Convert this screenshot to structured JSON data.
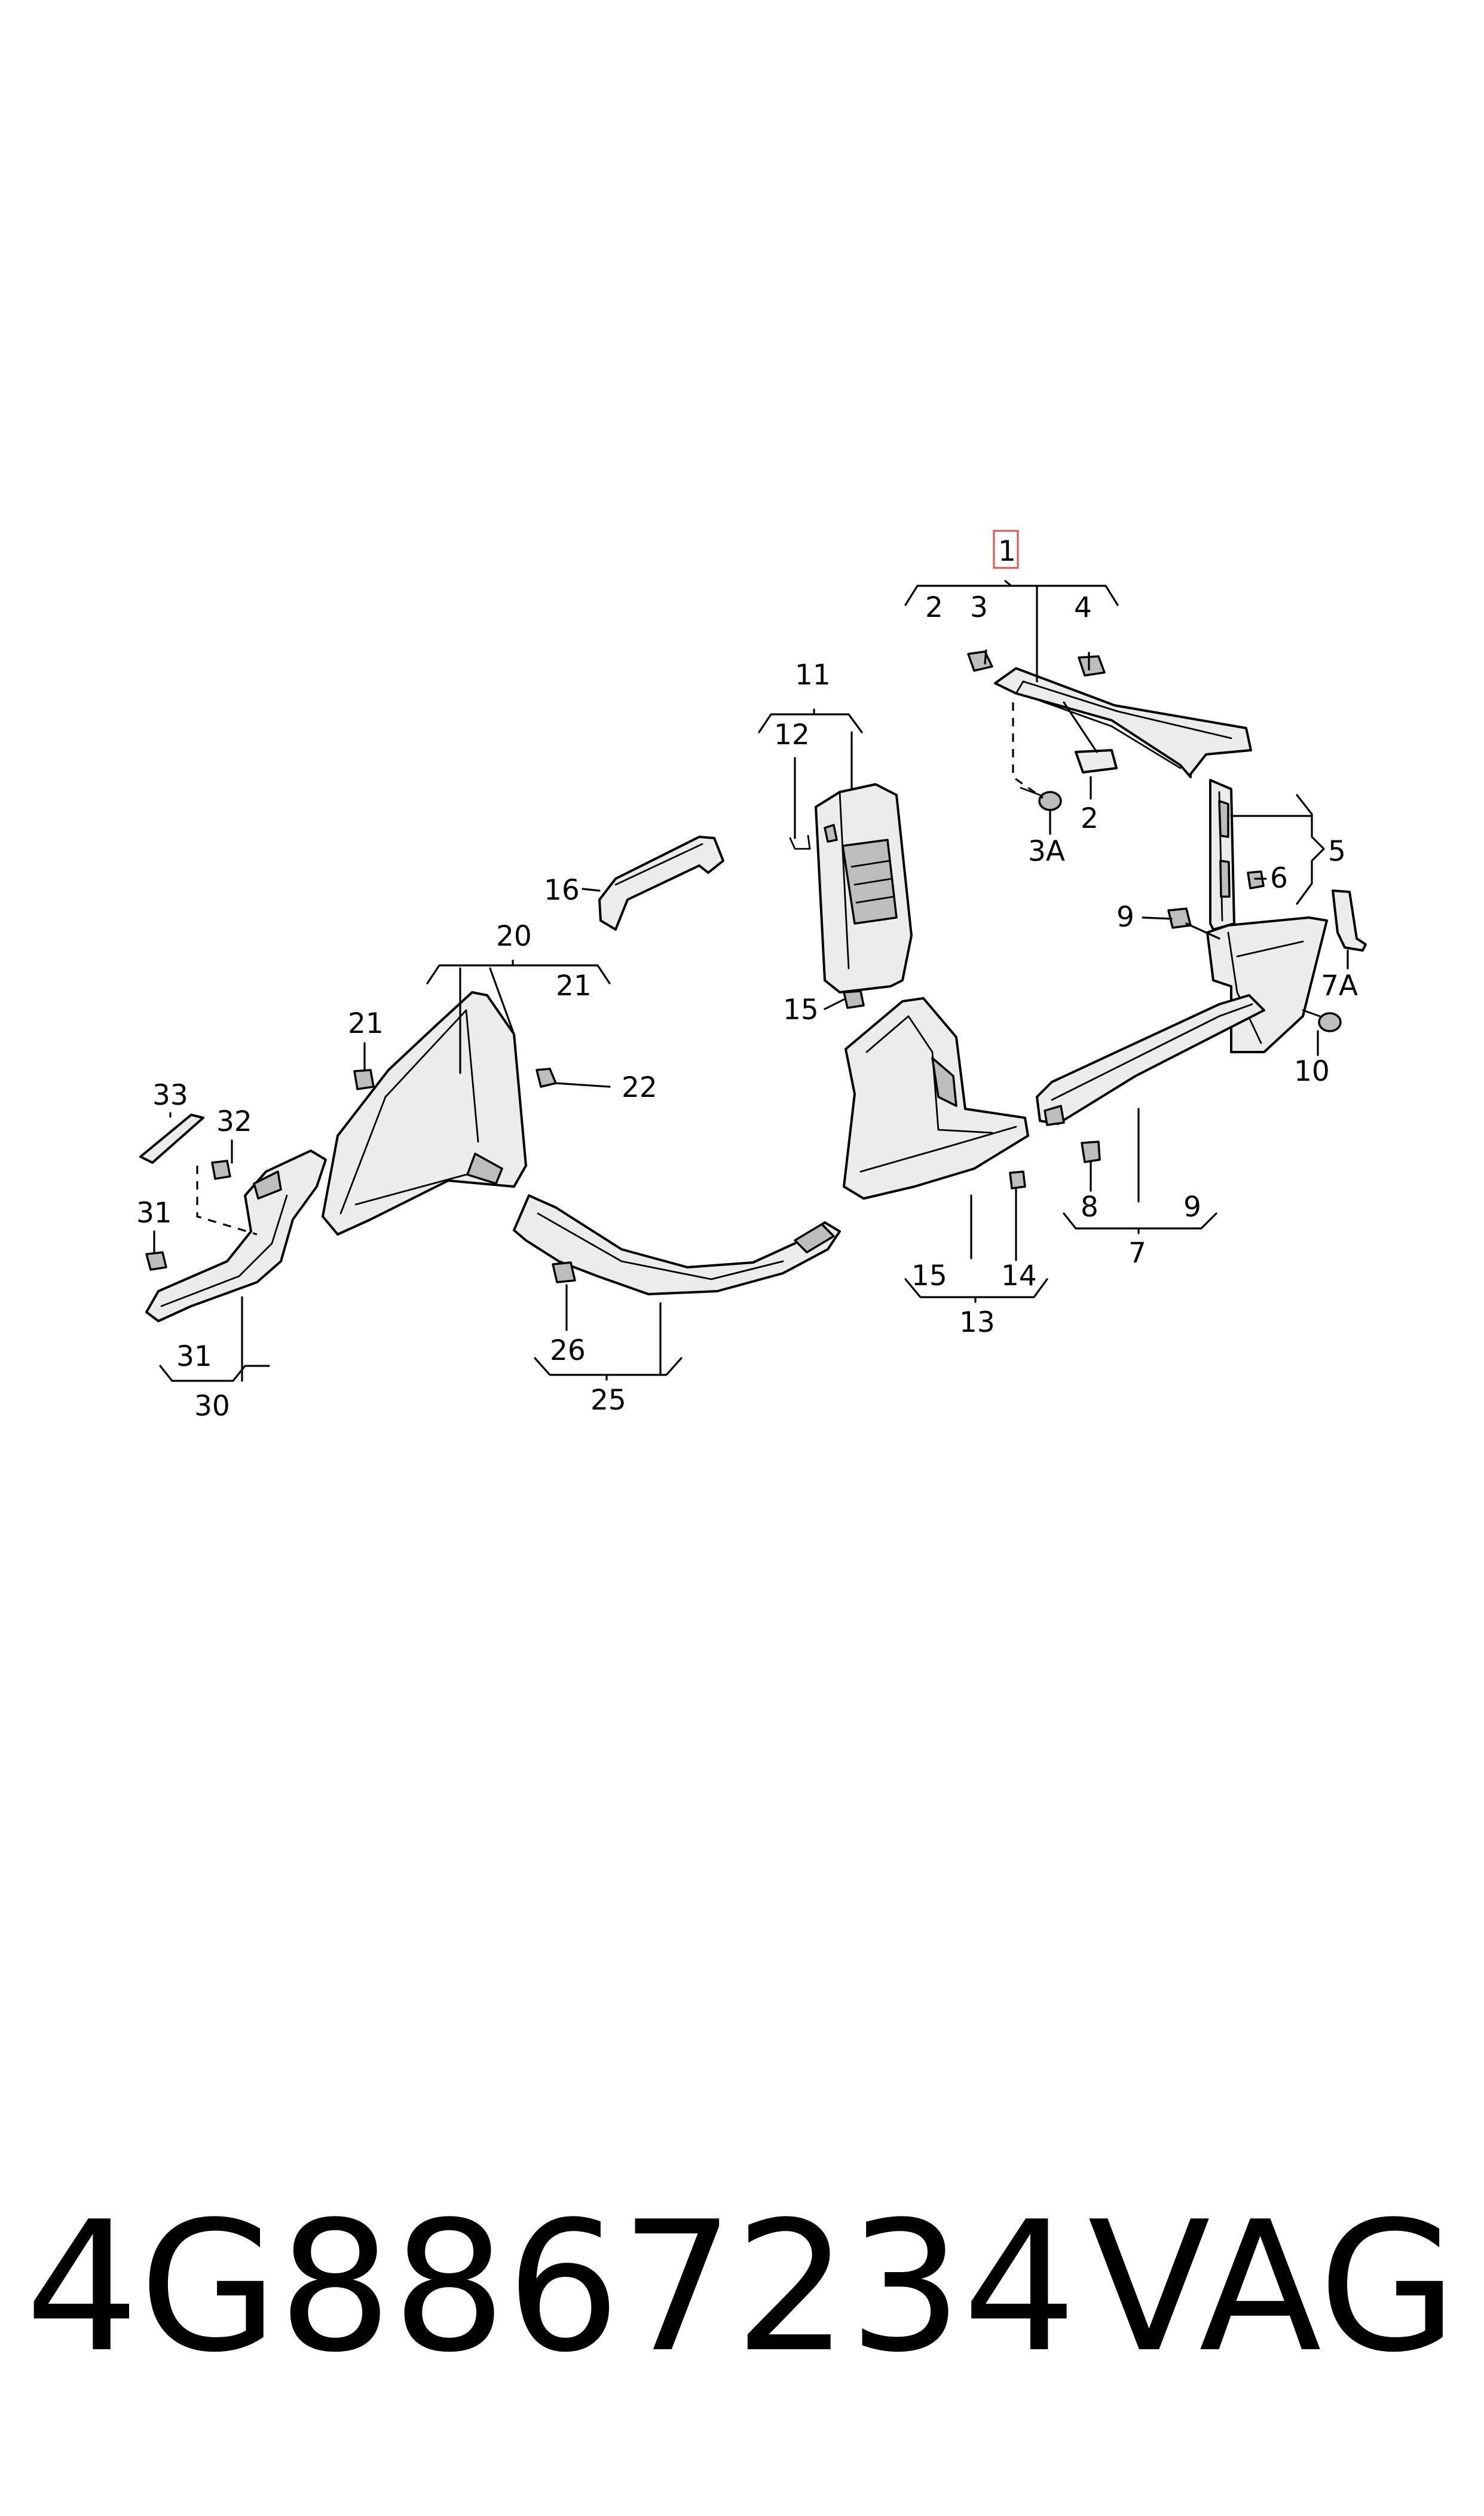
{
  "colors": {
    "ink": "#000000",
    "highlight": "#d9534f",
    "part_fill": "#ececec"
  },
  "callouts": {
    "c1": "1",
    "c2a": "2",
    "c3": "3",
    "c4": "4",
    "c2b": "2",
    "c3A": "3A",
    "c5": "5",
    "c6": "6",
    "c7A": "7A",
    "c9a": "9",
    "c10": "10",
    "c11": "11",
    "c12": "12",
    "c15a": "15",
    "c16": "16",
    "c20": "20",
    "c21a": "21",
    "c21b": "21",
    "c22": "22",
    "c33": "33",
    "c32": "32",
    "c31a": "31",
    "c31b": "31",
    "c30": "30",
    "c26": "26",
    "c25": "25",
    "c15b": "15",
    "c14": "14",
    "c13": "13",
    "c8": "8",
    "c9b": "9",
    "c7": "7"
  },
  "footer": {
    "part_number": "4G8867234",
    "brand": "VAG"
  }
}
